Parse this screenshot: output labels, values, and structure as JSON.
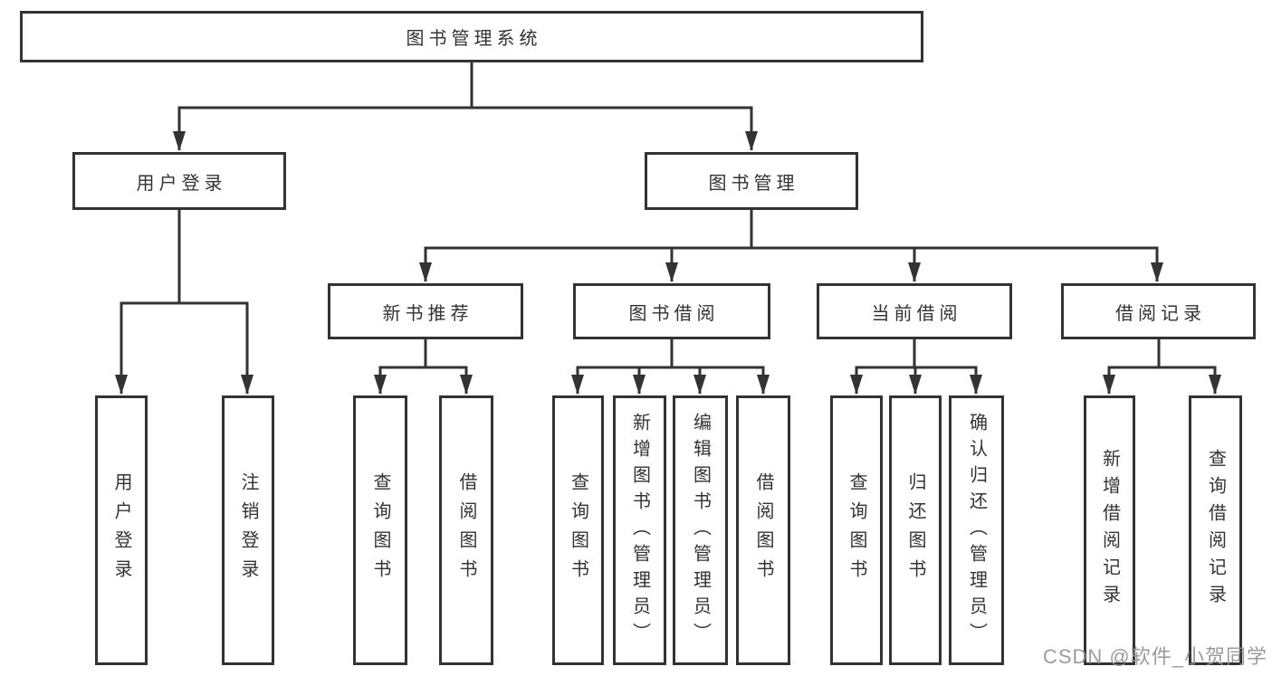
{
  "diagram": {
    "title": "图书管理系统",
    "level2": {
      "user_login": "用户登录",
      "book_management": "图书管理"
    },
    "level3": {
      "new_book_recommend": "新书推荐",
      "book_borrow": "图书借阅",
      "current_borrow": "当前借阅",
      "borrow_records": "借阅记录"
    },
    "leaves": {
      "user_login": [
        "用户登录",
        "注销登录"
      ],
      "new_book_recommend": [
        "查询图书",
        "借阅图书"
      ],
      "book_borrow": [
        "查询图书",
        "新增图书（管理员）",
        "编辑图书（管理员）",
        "借阅图书"
      ],
      "current_borrow": [
        "查询图书",
        "归还图书",
        "确认归还（管理员）"
      ],
      "borrow_records": [
        "新增借阅记录",
        "查询借阅记录"
      ]
    },
    "colors": {
      "line": "#333333",
      "box_background": "#ffffff",
      "text": "#333333",
      "watermark": "#949494"
    },
    "watermark": "CSDN @软件_小贺同学"
  }
}
